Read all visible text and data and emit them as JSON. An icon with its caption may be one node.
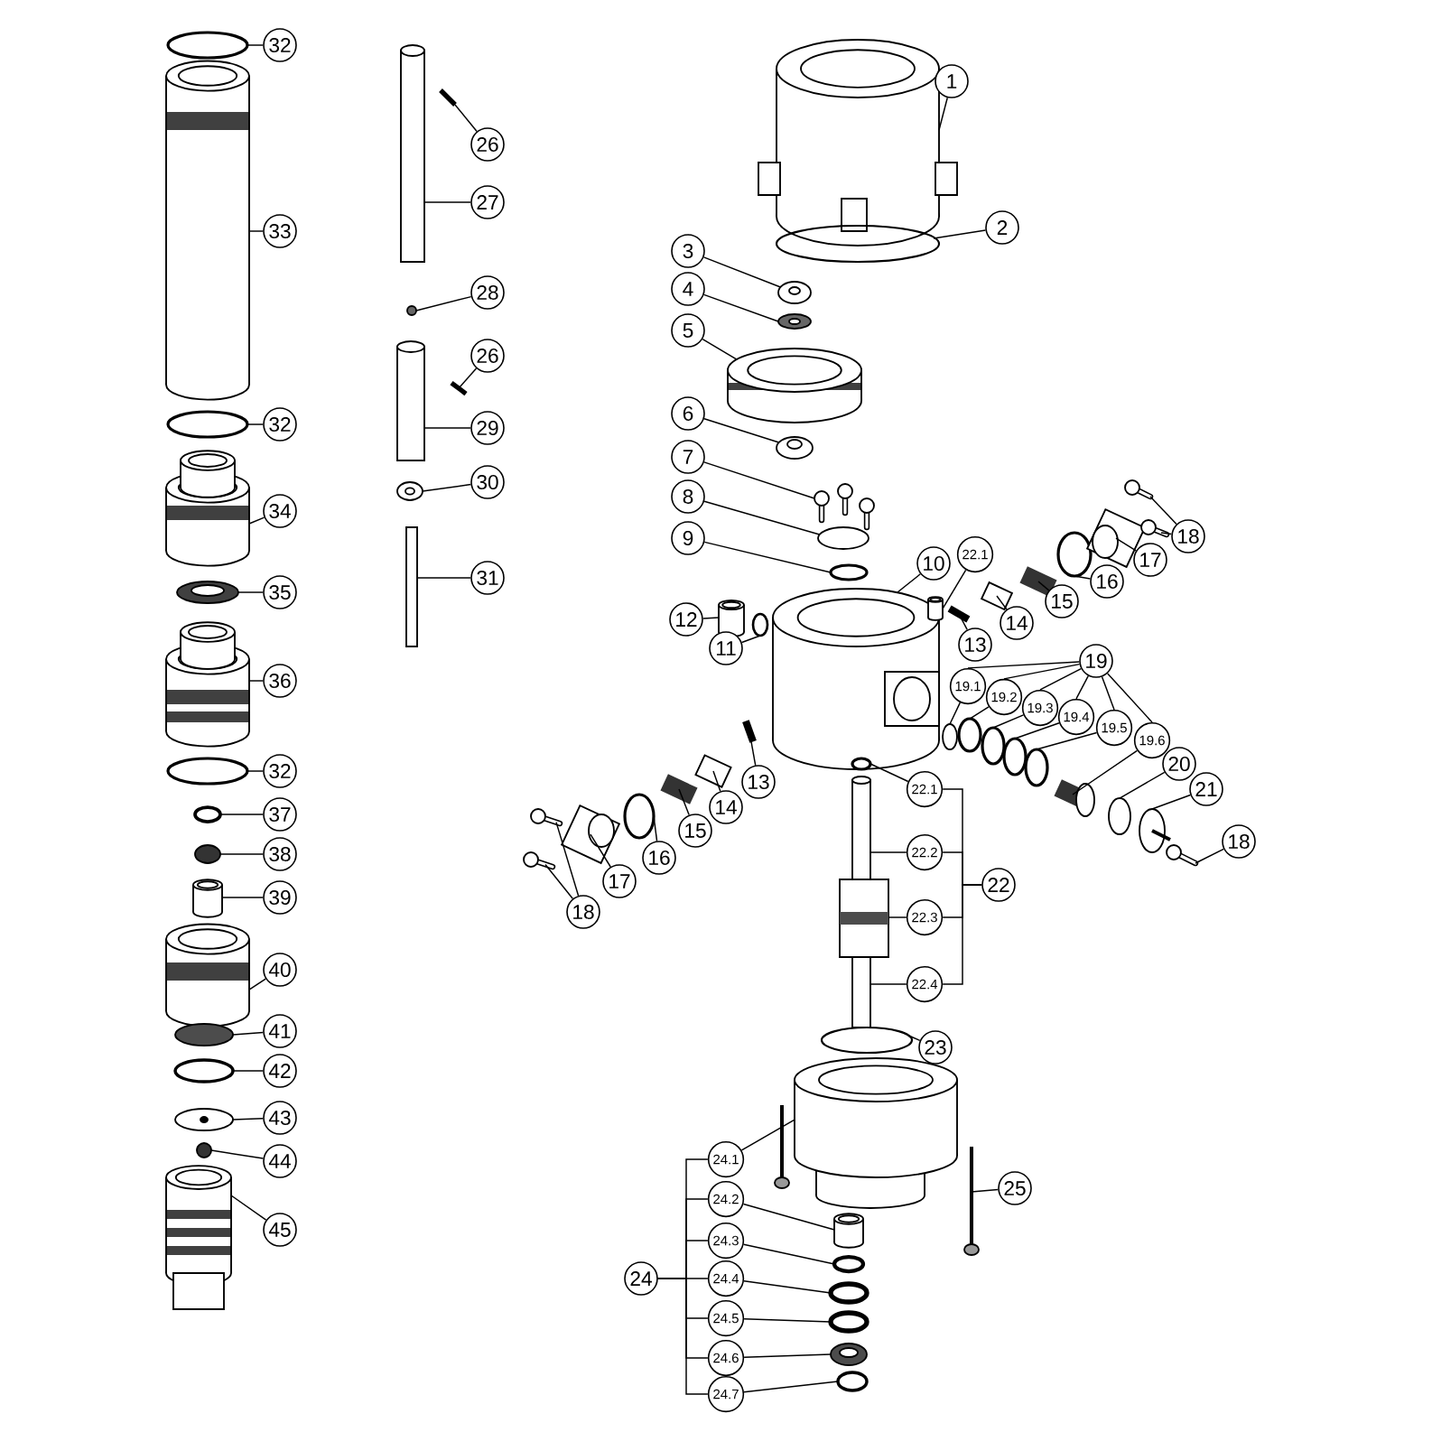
{
  "diagram": {
    "nodes": [
      {
        "text": [
          "32"
        ]
      },
      {
        "text": [
          "33"
        ]
      },
      {
        "text": [
          "32"
        ]
      },
      {
        "text": [
          "34"
        ]
      },
      {
        "text": [
          "35"
        ]
      },
      {
        "text": [
          "36"
        ]
      },
      {
        "text": [
          "32"
        ]
      },
      {
        "text": [
          "37"
        ]
      },
      {
        "text": [
          "38"
        ]
      },
      {
        "text": [
          "39"
        ]
      },
      {
        "text": [
          "40"
        ]
      },
      {
        "text": [
          "41"
        ]
      },
      {
        "text": [
          "42"
        ]
      },
      {
        "text": [
          "43"
        ]
      },
      {
        "text": [
          "44"
        ]
      },
      {
        "text": [
          "45"
        ]
      },
      {
        "text": [
          "26"
        ]
      },
      {
        "text": [
          "27"
        ]
      },
      {
        "text": [
          "28"
        ]
      },
      {
        "text": [
          "26"
        ]
      },
      {
        "text": [
          "29"
        ]
      },
      {
        "text": [
          "30"
        ]
      },
      {
        "text": [
          "31"
        ]
      },
      {
        "text": [
          "1"
        ]
      },
      {
        "text": [
          "2"
        ]
      },
      {
        "text": [
          "3"
        ]
      },
      {
        "text": [
          "4"
        ]
      },
      {
        "text": [
          "5"
        ]
      },
      {
        "text": [
          "6"
        ]
      },
      {
        "text": [
          "7"
        ]
      },
      {
        "text": [
          "8"
        ]
      },
      {
        "text": [
          "9"
        ]
      },
      {
        "text": [
          "10"
        ]
      },
      {
        "text": [
          "22.1"
        ]
      },
      {
        "text": [
          "18"
        ]
      },
      {
        "text": [
          "17"
        ]
      },
      {
        "text": [
          "16"
        ]
      },
      {
        "text": [
          "15"
        ]
      },
      {
        "text": [
          "14"
        ]
      },
      {
        "text": [
          "13"
        ]
      },
      {
        "text": [
          "12"
        ]
      },
      {
        "text": [
          "11"
        ]
      },
      {
        "text": [
          "19"
        ]
      },
      {
        "text": [
          "19.1"
        ]
      },
      {
        "text": [
          "19.2"
        ]
      },
      {
        "text": [
          "19.3"
        ]
      },
      {
        "text": [
          "19.4"
        ]
      },
      {
        "text": [
          "19.5"
        ]
      },
      {
        "text": [
          "19.6"
        ]
      },
      {
        "text": [
          "20"
        ]
      },
      {
        "text": [
          "21"
        ]
      },
      {
        "text": [
          "13"
        ]
      },
      {
        "text": [
          "14"
        ]
      },
      {
        "text": [
          "15"
        ]
      },
      {
        "text": [
          "16"
        ]
      },
      {
        "text": [
          "17"
        ]
      },
      {
        "text": [
          "18"
        ]
      },
      {
        "text": [
          "22.1"
        ]
      },
      {
        "text": [
          "22.2"
        ]
      },
      {
        "text": [
          "22.3"
        ]
      },
      {
        "text": [
          "22.4"
        ]
      },
      {
        "text": [
          "22"
        ]
      },
      {
        "text": [
          "18"
        ]
      },
      {
        "text": [
          "23"
        ]
      },
      {
        "text": [
          "24.1"
        ]
      },
      {
        "text": [
          "24.2"
        ]
      },
      {
        "text": [
          "24.3"
        ]
      },
      {
        "text": [
          "24.4"
        ]
      },
      {
        "text": [
          "24.5"
        ]
      },
      {
        "text": [
          "24.6"
        ]
      },
      {
        "text": [
          "24.7"
        ]
      },
      {
        "text": [
          "24"
        ]
      },
      {
        "text": [
          "25"
        ]
      },
      {
        "text": [],
        "shape": "circle"
      },
      {
        "text": [],
        "shape": "cylinder"
      },
      {
        "text": [],
        "shape": "circle"
      },
      {
        "text": [],
        "shape": "cylinder"
      },
      {
        "text": [],
        "shape": "circle"
      },
      {
        "text": [],
        "shape": "cylinder"
      },
      {
        "text": [],
        "shape": "circle"
      },
      {
        "text": [],
        "shape": "circle"
      },
      {
        "text": [],
        "shape": "circle"
      },
      {
        "text": [],
        "shape": "cylinder"
      },
      {
        "text": [],
        "shape": "cylinder"
      },
      {
        "text": [],
        "shape": "circle"
      },
      {
        "text": [],
        "shape": "circle"
      },
      {
        "text": [],
        "shape": "circle"
      },
      {
        "text": [],
        "shape": "circle"
      },
      {
        "text": [],
        "shape": "cylinder"
      },
      {
        "text": [],
        "shape": "cylinder"
      },
      {
        "text": [],
        "shape": "bar"
      },
      {
        "text": [],
        "shape": "circle"
      },
      {
        "text": [],
        "shape": "cylinder"
      },
      {
        "text": [],
        "shape": "bar"
      },
      {
        "text": [],
        "shape": "circle"
      },
      {
        "text": [],
        "shape": "bar"
      },
      {
        "text": [],
        "shape": "cylinder"
      },
      {
        "text": [],
        "shape": "circle"
      },
      {
        "text": [],
        "shape": "circle"
      },
      {
        "text": [],
        "shape": "circle"
      },
      {
        "text": [],
        "shape": "cylinder"
      },
      {
        "text": [],
        "shape": "circle"
      },
      {
        "text": [],
        "shape": "bar"
      },
      {
        "text": [],
        "shape": "bar"
      },
      {
        "text": [],
        "shape": "bar"
      },
      {
        "text": [],
        "shape": "circle"
      },
      {
        "text": [],
        "shape": "circle"
      },
      {
        "text": [],
        "shape": "cylinder"
      },
      {
        "text": [],
        "shape": "cylinder"
      },
      {
        "text": [],
        "shape": "circle"
      },
      {
        "text": [],
        "shape": "cylinder"
      },
      {
        "text": [],
        "shape": "bar"
      },
      {
        "text": [],
        "shape": "box"
      },
      {
        "text": [],
        "shape": "bar"
      },
      {
        "text": [],
        "shape": "circle"
      },
      {
        "text": [],
        "shape": "box"
      },
      {
        "text": [],
        "shape": "bar"
      },
      {
        "text": [],
        "shape": "bar"
      },
      {
        "text": [],
        "shape": "circle"
      },
      {
        "text": [],
        "shape": "circle"
      },
      {
        "text": [],
        "shape": "circle"
      },
      {
        "text": [],
        "shape": "circle"
      },
      {
        "text": [],
        "shape": "circle"
      },
      {
        "text": [],
        "shape": "bar"
      },
      {
        "text": [],
        "shape": "circle"
      },
      {
        "text": [],
        "shape": "circle"
      },
      {
        "text": [],
        "shape": "bar"
      },
      {
        "text": [],
        "shape": "bar"
      },
      {
        "text": [],
        "shape": "box"
      },
      {
        "text": [],
        "shape": "bar"
      },
      {
        "text": [],
        "shape": "circle"
      },
      {
        "text": [],
        "shape": "box"
      },
      {
        "text": [],
        "shape": "bar"
      },
      {
        "text": [],
        "shape": "bar"
      },
      {
        "text": [],
        "shape": "circle"
      },
      {
        "text": [],
        "shape": "bar"
      },
      {
        "text": [],
        "shape": "box"
      },
      {
        "text": [],
        "shape": "circle"
      },
      {
        "text": [],
        "shape": "cylinder"
      },
      {
        "text": [],
        "shape": "bar"
      },
      {
        "text": [],
        "shape": "bar"
      },
      {
        "text": [],
        "shape": "cylinder"
      },
      {
        "text": [],
        "shape": "circle"
      },
      {
        "text": [],
        "shape": "circle"
      },
      {
        "text": [],
        "shape": "circle"
      },
      {
        "text": [],
        "shape": "circle"
      },
      {
        "text": [],
        "shape": "circle"
      }
    ],
    "edges": [
      {
        "from": 0,
        "to": 73,
        "arrow": "none"
      },
      {
        "from": 1,
        "to": 74,
        "arrow": "none"
      },
      {
        "from": 2,
        "to": 75,
        "arrow": "none"
      },
      {
        "from": 3,
        "to": 76,
        "arrow": "none"
      },
      {
        "from": 4,
        "to": 77,
        "arrow": "none"
      },
      {
        "from": 5,
        "to": 78,
        "arrow": "none"
      },
      {
        "from": 6,
        "to": 79,
        "arrow": "none"
      },
      {
        "from": 7,
        "to": 80,
        "arrow": "none"
      },
      {
        "from": 8,
        "to": 81,
        "arrow": "none"
      },
      {
        "from": 9,
        "to": 82,
        "arrow": "none"
      },
      {
        "from": 10,
        "to": 83,
        "arrow": "none"
      },
      {
        "from": 11,
        "to": 84,
        "arrow": "none"
      },
      {
        "from": 12,
        "to": 85,
        "arrow": "none"
      },
      {
        "from": 13,
        "to": 86,
        "arrow": "none"
      },
      {
        "from": 14,
        "to": 87,
        "arrow": "none"
      },
      {
        "from": 15,
        "to": 88,
        "arrow": "none"
      },
      {
        "from": 16,
        "to": 90,
        "arrow": "none"
      },
      {
        "from": 17,
        "to": 89,
        "arrow": "none"
      },
      {
        "from": 18,
        "to": 91,
        "arrow": "none"
      },
      {
        "from": 19,
        "to": 93,
        "arrow": "none"
      },
      {
        "from": 20,
        "to": 92,
        "arrow": "none"
      },
      {
        "from": 21,
        "to": 94,
        "arrow": "none"
      },
      {
        "from": 22,
        "to": 95,
        "arrow": "none"
      },
      {
        "from": 23,
        "to": 96,
        "arrow": "none"
      },
      {
        "from": 24,
        "to": 97,
        "arrow": "none"
      },
      {
        "from": 25,
        "to": 98,
        "arrow": "none"
      },
      {
        "from": 26,
        "to": 99,
        "arrow": "none"
      },
      {
        "from": 27,
        "to": 100,
        "arrow": "none"
      },
      {
        "from": 28,
        "to": 101,
        "arrow": "none"
      },
      {
        "from": 29,
        "to": 102,
        "arrow": "none"
      },
      {
        "from": 30,
        "to": 105,
        "arrow": "none"
      },
      {
        "from": 31,
        "to": 106,
        "arrow": "none"
      },
      {
        "from": 32,
        "to": 107,
        "arrow": "none"
      },
      {
        "from": 33,
        "to": 110,
        "arrow": "none"
      },
      {
        "from": 34,
        "to": 116,
        "arrow": "none"
      },
      {
        "from": 34,
        "to": 117,
        "arrow": "none"
      },
      {
        "from": 35,
        "to": 115,
        "arrow": "none"
      },
      {
        "from": 36,
        "to": 114,
        "arrow": "none"
      },
      {
        "from": 37,
        "to": 113,
        "arrow": "none"
      },
      {
        "from": 38,
        "to": 112,
        "arrow": "none"
      },
      {
        "from": 39,
        "to": 111,
        "arrow": "none"
      },
      {
        "from": 40,
        "to": 108,
        "arrow": "none"
      },
      {
        "from": 41,
        "to": 109,
        "arrow": "none"
      },
      {
        "from": 42,
        "to": 43,
        "arrow": "none"
      },
      {
        "from": 42,
        "to": 44,
        "arrow": "none"
      },
      {
        "from": 42,
        "to": 45,
        "arrow": "none"
      },
      {
        "from": 42,
        "to": 46,
        "arrow": "none"
      },
      {
        "from": 42,
        "to": 47,
        "arrow": "none"
      },
      {
        "from": 42,
        "to": 48,
        "arrow": "none"
      },
      {
        "from": 43,
        "to": 118,
        "arrow": "none"
      },
      {
        "from": 44,
        "to": 119,
        "arrow": "none"
      },
      {
        "from": 45,
        "to": 120,
        "arrow": "none"
      },
      {
        "from": 46,
        "to": 121,
        "arrow": "none"
      },
      {
        "from": 47,
        "to": 122,
        "arrow": "none"
      },
      {
        "from": 48,
        "to": 123,
        "arrow": "none"
      },
      {
        "from": 49,
        "to": 124,
        "arrow": "none"
      },
      {
        "from": 50,
        "to": 125,
        "arrow": "none"
      },
      {
        "from": 51,
        "to": 127,
        "arrow": "none"
      },
      {
        "from": 52,
        "to": 128,
        "arrow": "none"
      },
      {
        "from": 53,
        "to": 129,
        "arrow": "none"
      },
      {
        "from": 54,
        "to": 130,
        "arrow": "none"
      },
      {
        "from": 55,
        "to": 131,
        "arrow": "none"
      },
      {
        "from": 56,
        "to": 132,
        "arrow": "none"
      },
      {
        "from": 56,
        "to": 133,
        "arrow": "none"
      },
      {
        "from": 57,
        "to": 134,
        "arrow": "none"
      },
      {
        "from": 58,
        "to": 135,
        "arrow": "none"
      },
      {
        "from": 59,
        "to": 136,
        "arrow": "none"
      },
      {
        "from": 60,
        "to": 135,
        "arrow": "none"
      },
      {
        "from": 61,
        "to": 57,
        "arrow": "none"
      },
      {
        "from": 61,
        "to": 58,
        "arrow": "none"
      },
      {
        "from": 61,
        "to": 59,
        "arrow": "none"
      },
      {
        "from": 61,
        "to": 60,
        "arrow": "none"
      },
      {
        "from": 62,
        "to": 126,
        "arrow": "none"
      },
      {
        "from": 63,
        "to": 137,
        "arrow": "none"
      },
      {
        "from": 64,
        "to": 138,
        "arrow": "none"
      },
      {
        "from": 65,
        "to": 141,
        "arrow": "none"
      },
      {
        "from": 66,
        "to": 142,
        "arrow": "none"
      },
      {
        "from": 67,
        "to": 143,
        "arrow": "none"
      },
      {
        "from": 68,
        "to": 144,
        "arrow": "none"
      },
      {
        "from": 69,
        "to": 145,
        "arrow": "none"
      },
      {
        "from": 70,
        "to": 146,
        "arrow": "none"
      },
      {
        "from": 71,
        "to": 64,
        "arrow": "none"
      },
      {
        "from": 71,
        "to": 65,
        "arrow": "none"
      },
      {
        "from": 71,
        "to": 66,
        "arrow": "none"
      },
      {
        "from": 71,
        "to": 67,
        "arrow": "none"
      },
      {
        "from": 71,
        "to": 68,
        "arrow": "none"
      },
      {
        "from": 71,
        "to": 69,
        "arrow": "none"
      },
      {
        "from": 71,
        "to": 70,
        "arrow": "none"
      },
      {
        "from": 72,
        "to": 140,
        "arrow": "none"
      }
    ]
  }
}
